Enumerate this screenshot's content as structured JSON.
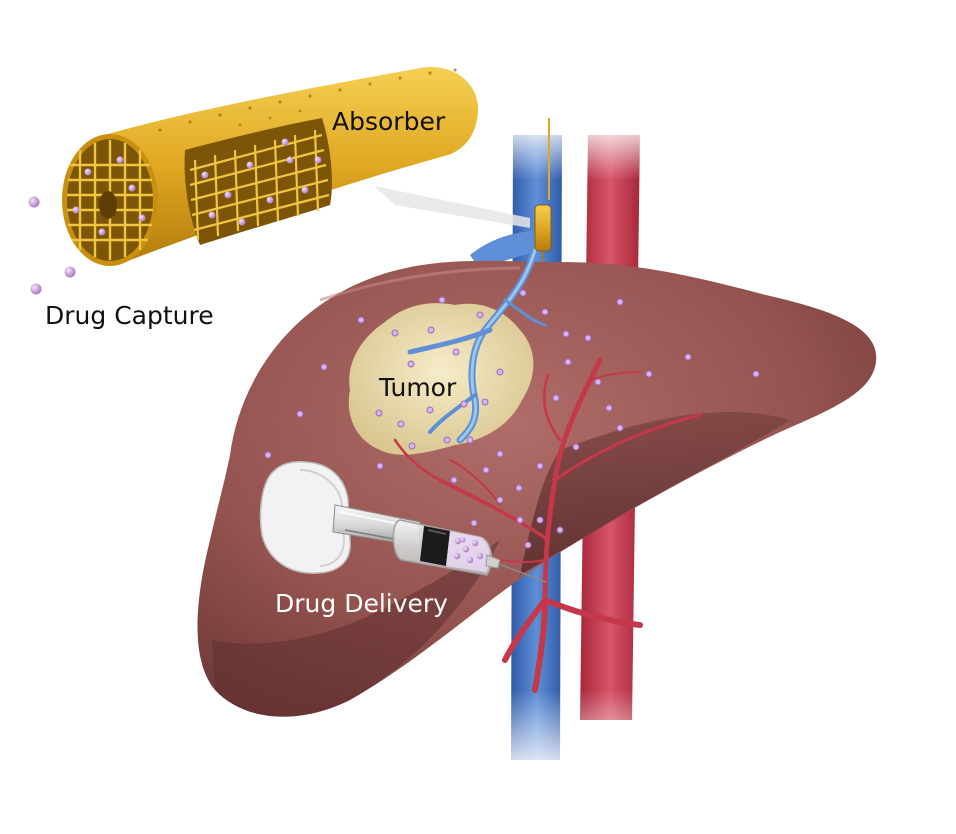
{
  "labels": {
    "absorber": "Absorber",
    "drug_capture": "Drug Capture",
    "tumor": "Tumor",
    "drug_delivery": "Drug Delivery"
  },
  "colors": {
    "background": "#ffffff",
    "liver": "#9a5a58",
    "liver_dark": "#6b3b3a",
    "tumor": "#e9dcb3",
    "vein": "#4a78c2",
    "vein_light": "#8fc0e8",
    "artery": "#c5384a",
    "absorber_gold": "#e4b128",
    "absorber_dark": "#b8860b",
    "drug_particle": "#c89ad8",
    "syringe_body": "#e6e6e6"
  }
}
